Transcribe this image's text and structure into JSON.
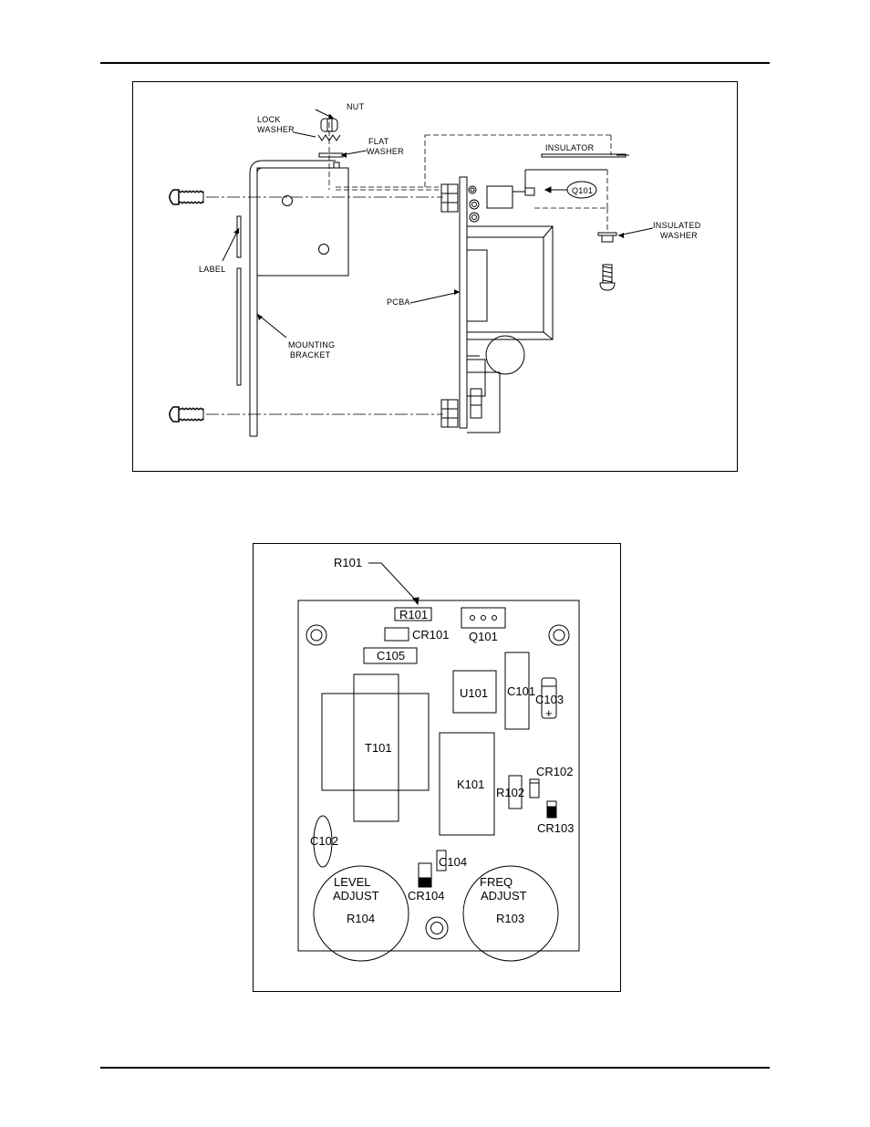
{
  "fig1": {
    "labels": {
      "nut": "NUT",
      "lock_1": "LOCK",
      "lock_2": "WASHER",
      "flat_1": "FLAT",
      "flat_2": "WASHER",
      "insulator": "INSULATOR",
      "q101": "Q101",
      "insulated_1": "INSULATED",
      "insulated_2": "WASHER",
      "label": "LABEL",
      "pcba": "PCBA",
      "bracket_1": "MOUNTING",
      "bracket_2": "BRACKET"
    }
  },
  "fig2": {
    "labels": {
      "r101_callout": "R101",
      "r101": "R101",
      "cr101": "CR101",
      "q101": "Q101",
      "c105": "C105",
      "u101": "U101",
      "c101": "C101",
      "c103": "C103",
      "c103_plus": "+",
      "t101": "T101",
      "k101": "K101",
      "cr102": "CR102",
      "r102": "R102",
      "cr103": "CR103",
      "c102": "C102",
      "c104": "C104",
      "cr104": "CR104",
      "level_1": "LEVEL",
      "level_2": "ADJUST",
      "r104": "R104",
      "freq_1": "FREQ",
      "freq_2": "ADJUST",
      "r103": "R103"
    }
  }
}
